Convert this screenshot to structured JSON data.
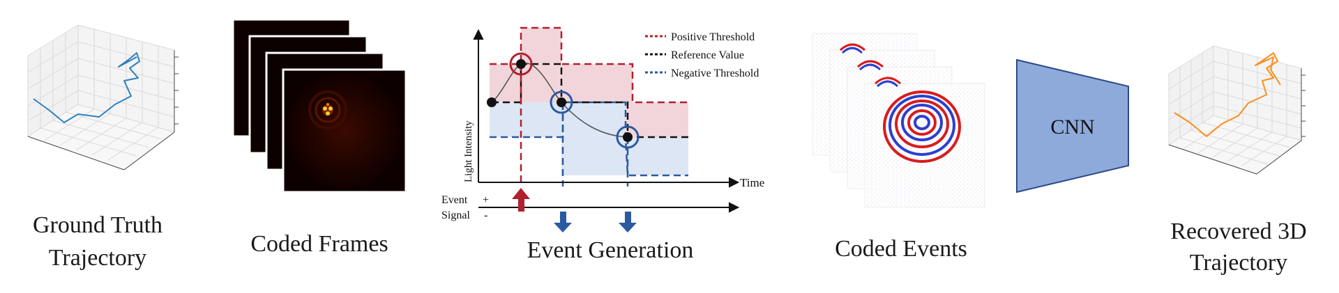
{
  "labels": {
    "ground_truth_line1": "Ground Truth",
    "ground_truth_line2": "Trajectory",
    "coded_frames": "Coded Frames",
    "event_generation": "Event Generation",
    "coded_events": "Coded Events",
    "recovered_line1": "Recovered 3D",
    "recovered_line2": "Trajectory",
    "cnn": "CNN"
  },
  "event_plot": {
    "y_axis_label": "Light Intensity",
    "x_axis_label": "Time",
    "event_label": "Event",
    "signal_label": "Signal",
    "plus_sign": "+",
    "minus_sign": "-",
    "legend": [
      {
        "label": "Positive Threshold",
        "color": "#b0202e"
      },
      {
        "label": "Reference Value",
        "color": "#111111"
      },
      {
        "label": "Negative Threshold",
        "color": "#2a5aa0"
      }
    ]
  },
  "colors": {
    "ground_truth_line": "#2f7fc0",
    "recovered_line": "#ff8c1a",
    "cnn_fill": "#8eaadb",
    "cnn_stroke": "#2c4a8a",
    "positive": "#b0202e",
    "negative": "#2a5aa0",
    "pos_region": "#f2d5da",
    "neg_region": "#dde6f5"
  }
}
